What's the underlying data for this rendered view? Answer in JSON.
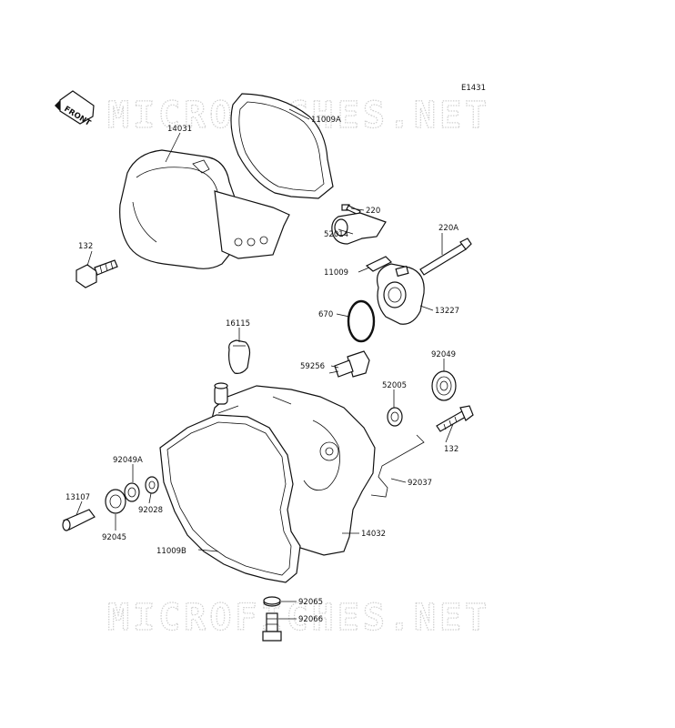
{
  "diagram": {
    "code": "E1431",
    "front_label": "FRONT",
    "watermark_text": "MICROFICHES.NET"
  },
  "parts": [
    {
      "id": "p14031",
      "label": "14031"
    },
    {
      "id": "p11009A",
      "label": "11009A"
    },
    {
      "id": "p132a",
      "label": "132"
    },
    {
      "id": "p220",
      "label": "220"
    },
    {
      "id": "p220A",
      "label": "220A"
    },
    {
      "id": "p52014",
      "label": "52014"
    },
    {
      "id": "p11009",
      "label": "11009"
    },
    {
      "id": "p13227",
      "label": "13227"
    },
    {
      "id": "p670",
      "label": "670"
    },
    {
      "id": "p16115",
      "label": "16115"
    },
    {
      "id": "p92049",
      "label": "92049"
    },
    {
      "id": "p59256",
      "label": "59256"
    },
    {
      "id": "p52005",
      "label": "52005"
    },
    {
      "id": "p132b",
      "label": "132"
    },
    {
      "id": "p92049A",
      "label": "92049A"
    },
    {
      "id": "p92037",
      "label": "92037"
    },
    {
      "id": "p13107",
      "label": "13107"
    },
    {
      "id": "p92028",
      "label": "92028"
    },
    {
      "id": "p92045",
      "label": "92045"
    },
    {
      "id": "p14032",
      "label": "14032"
    },
    {
      "id": "p11009B",
      "label": "11009B"
    },
    {
      "id": "p92065",
      "label": "92065"
    },
    {
      "id": "p92066",
      "label": "92066"
    }
  ]
}
